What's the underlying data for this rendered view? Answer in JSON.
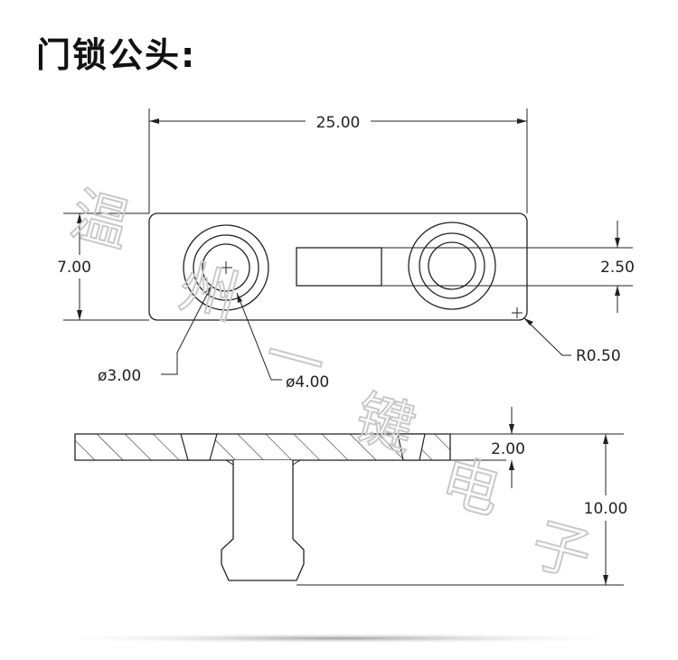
{
  "title": "门锁公头:",
  "dimensions": {
    "length": "25.00",
    "width": "7.00",
    "slot_height": "2.50",
    "corner_radius": "R0.50",
    "inner_diameter": "ø3.00",
    "outer_diameter": "ø4.00",
    "plate_thickness": "2.00",
    "total_height": "10.00"
  },
  "watermark": [
    "温",
    "州",
    "一",
    "键",
    "电",
    "子"
  ],
  "colors": {
    "line": "#222222",
    "watermark": "#c9c9c9",
    "shadow": "#999999"
  }
}
